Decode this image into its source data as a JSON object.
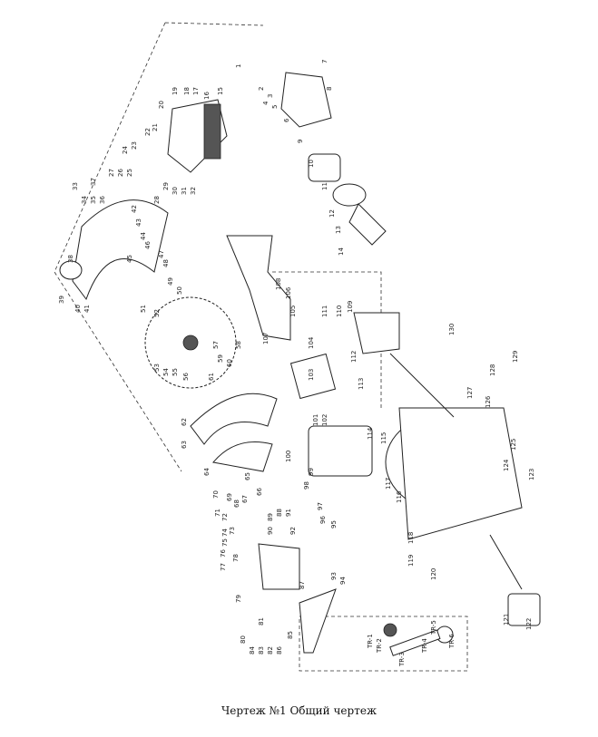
{
  "caption": "Чертеж №1 Общий чертеж",
  "part_labels": [
    "1",
    "2",
    "3",
    "4",
    "5",
    "6",
    "7",
    "8",
    "9",
    "10",
    "11",
    "12",
    "13",
    "14",
    "15",
    "16",
    "17",
    "18",
    "19",
    "20",
    "21",
    "22",
    "23",
    "24",
    "25",
    "26",
    "27",
    "28",
    "29",
    "30",
    "31",
    "32",
    "33",
    "34",
    "35",
    "36",
    "37",
    "38",
    "39",
    "40",
    "41",
    "42",
    "43",
    "44",
    "45",
    "46",
    "47",
    "48",
    "49",
    "50",
    "51",
    "52",
    "53",
    "54",
    "55",
    "56",
    "57",
    "58",
    "59",
    "60",
    "61",
    "62",
    "63",
    "64",
    "65",
    "66",
    "67",
    "68",
    "69",
    "70",
    "71",
    "72",
    "73",
    "74",
    "75",
    "76",
    "77",
    "78",
    "79",
    "80",
    "81",
    "82",
    "83",
    "84",
    "85",
    "86",
    "87",
    "88",
    "89",
    "90",
    "91",
    "92",
    "93",
    "94",
    "95",
    "96",
    "97",
    "98",
    "99",
    "100",
    "101",
    "102",
    "103",
    "104",
    "105",
    "106",
    "107",
    "108",
    "109",
    "110",
    "111",
    "112",
    "113",
    "114",
    "115",
    "116",
    "117",
    "118",
    "119",
    "120",
    "121",
    "122",
    "123",
    "124",
    "125",
    "126",
    "127",
    "128",
    "129",
    "130"
  ],
  "inset_labels": [
    "TR-1",
    "TR-2",
    "TR-3",
    "TR-4",
    "TR-5",
    "TR-6"
  ]
}
